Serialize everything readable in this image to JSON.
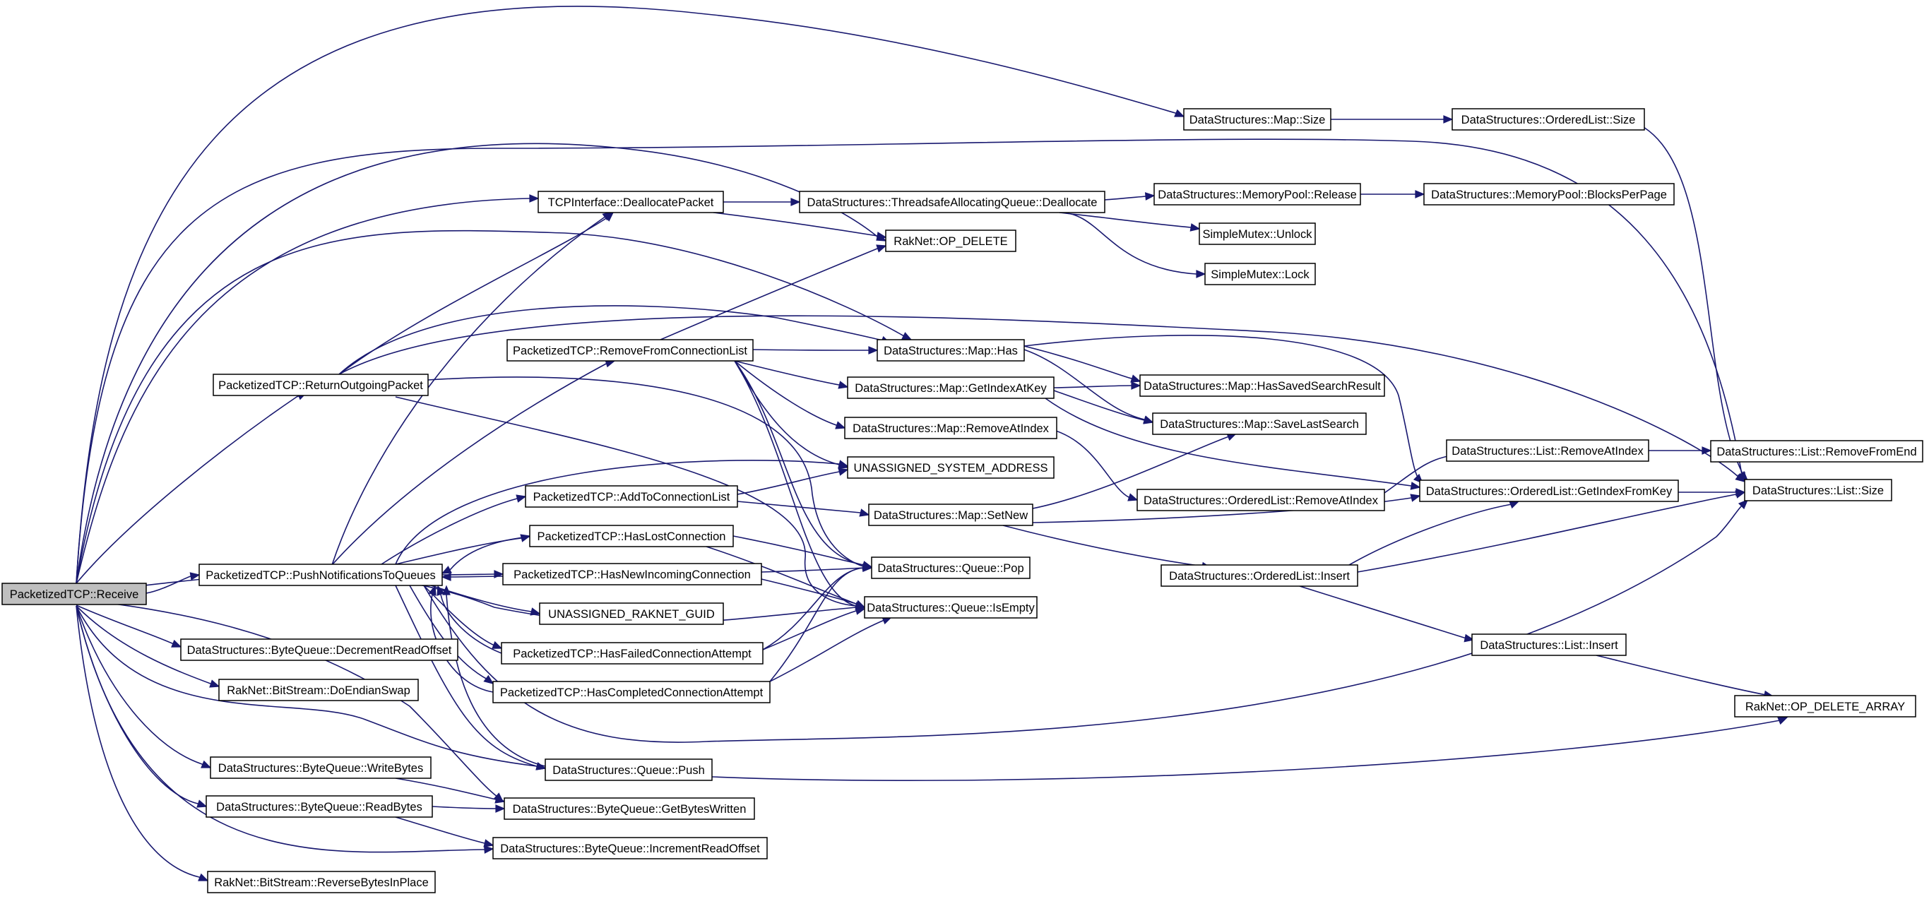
{
  "colors": {
    "edge": "#191970",
    "root_fill": "#bfbfbf",
    "node_fill": "#ffffff",
    "node_border": "#000000"
  },
  "nodes": {
    "receive": "PacketizedTCP::Receive",
    "returnOutgoing": "PacketizedTCP::ReturnOutgoingPacket",
    "pushNotif": "PacketizedTCP::PushNotificationsToQueues",
    "bqDecrement": "DataStructures::ByteQueue::DecrementReadOffset",
    "doEndian": "RakNet::BitStream::DoEndianSwap",
    "bqWrite": "DataStructures::ByteQueue::WriteBytes",
    "bqRead": "DataStructures::ByteQueue::ReadBytes",
    "reverseBytes": "RakNet::BitStream::ReverseBytesInPlace",
    "tcpDealloc": "TCPInterface::DeallocatePacket",
    "removeFromConn": "PacketizedTCP::RemoveFromConnectionList",
    "addToConn": "PacketizedTCP::AddToConnectionList",
    "hasLost": "PacketizedTCP::HasLostConnection",
    "hasNewIncoming": "PacketizedTCP::HasNewIncomingConnection",
    "unassignedGuid": "UNASSIGNED_RAKNET_GUID",
    "hasFailed": "PacketizedTCP::HasFailedConnectionAttempt",
    "hasCompleted": "PacketizedTCP::HasCompletedConnectionAttempt",
    "queuePush": "DataStructures::Queue::Push",
    "bqGetBytes": "DataStructures::ByteQueue::GetBytesWritten",
    "bqIncrement": "DataStructures::ByteQueue::IncrementReadOffset",
    "tsaqDealloc": "DataStructures::ThreadsafeAllocatingQueue::Deallocate",
    "opDelete": "RakNet::OP_DELETE",
    "mapHas": "DataStructures::Map::Has",
    "mapGetIndex": "DataStructures::Map::GetIndexAtKey",
    "mapRemoveAt": "DataStructures::Map::RemoveAtIndex",
    "unassignedAddr": "UNASSIGNED_SYSTEM_ADDRESS",
    "mapSetNew": "DataStructures::Map::SetNew",
    "queuePop": "DataStructures::Queue::Pop",
    "queueIsEmpty": "DataStructures::Queue::IsEmpty",
    "mapSize": "DataStructures::Map::Size",
    "mpRelease": "DataStructures::MemoryPool::Release",
    "mutexUnlock": "SimpleMutex::Unlock",
    "mutexLock": "SimpleMutex::Lock",
    "mapHasSaved": "DataStructures::Map::HasSavedSearchResult",
    "mapSaveLast": "DataStructures::Map::SaveLastSearch",
    "olRemoveAt": "DataStructures::OrderedList::RemoveAtIndex",
    "olInsert": "DataStructures::OrderedList::Insert",
    "olSize": "DataStructures::OrderedList::Size",
    "mpBlocks": "DataStructures::MemoryPool::BlocksPerPage",
    "listRemoveAt": "DataStructures::List::RemoveAtIndex",
    "olGetIndex": "DataStructures::OrderedList::GetIndexFromKey",
    "listInsert": "DataStructures::List::Insert",
    "listRemoveFromEnd": "DataStructures::List::RemoveFromEnd",
    "listSize": "DataStructures::List::Size",
    "opDeleteArray": "RakNet::OP_DELETE_ARRAY"
  }
}
